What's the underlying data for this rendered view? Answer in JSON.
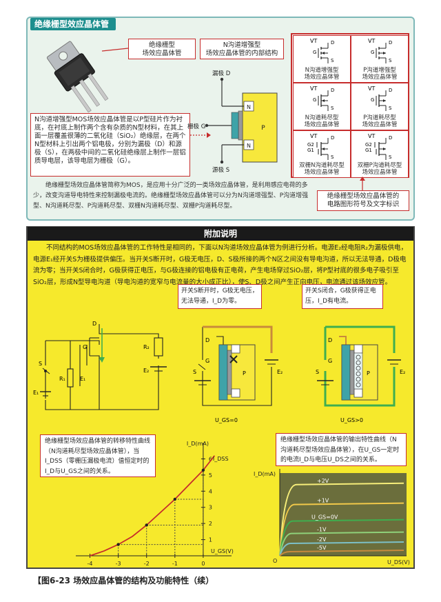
{
  "top_section": {
    "title": "绝缘栅型效应晶体管",
    "callout_device": "绝缘栅型\n场效应晶体管",
    "callout_structure": "N沟道增强型\n场效应晶体管的内部结构",
    "description": "N沟道增强型MOS场效应晶体管是以P型硅片作为衬底，在衬底上制作两个含有杂质的N型材料，在其上面一层覆盖很薄的二氧化硅（SiO₂）绝缘层，在两个N型材料上引出两个铝电极，分别为漏极（D）和源极（S），在两极中间的二氧化硅绝缘层上制作一层铝质导电层，该导电层为栅极（G）。",
    "summary": "绝缘栅型场效应晶体管简称为MOS，是应用十分广泛的一类场效应晶体管，是利用感应电荷的多少，改变沟道导电特性来控制漏极电流的。绝缘栅型场效应晶体管可以分为N沟道增强型、P沟道增强型、N沟道耗尽型、P沟道耗尽型、双栅N沟道耗尽型、双栅P沟道耗尽型。",
    "structure_labels": {
      "drain": "漏极 D",
      "gate": "栅极 G",
      "source": "源极 S",
      "n": "N",
      "p": "P"
    },
    "symbols": [
      {
        "label": "N沟道增强型\n场效应晶体管",
        "vt": "VT",
        "g": "G",
        "d": "D",
        "s": "S"
      },
      {
        "label": "P沟道增强型\n场效应晶体管",
        "vt": "VT",
        "g": "G",
        "d": "D",
        "s": "S"
      },
      {
        "label": "N沟道耗尽型\n场效应晶体管",
        "vt": "VT",
        "g": "G",
        "d": "D",
        "s": "S"
      },
      {
        "label": "P沟道耗尽型\n场效应晶体管",
        "vt": "VT",
        "g": "G",
        "d": "D",
        "s": "S"
      },
      {
        "label": "双栅N沟道耗尽型\n场效应晶体管",
        "vt": "VT",
        "g": "G2\nG1",
        "d": "D",
        "s": "S"
      },
      {
        "label": "双栅P沟道耗尽型\n场效应晶体管",
        "vt": "VT",
        "g": "G2\nG1",
        "d": "D",
        "s": "S"
      }
    ],
    "symbols_caption": "绝缘栅型场效应晶体管的\n电路图形符号及文字标识"
  },
  "bottom_section": {
    "title": "附加说明",
    "paragraph": "不同结构的MOS场效应晶体管的工作特性是相同的，下面以N沟道场效应晶体管为例进行分析。电源E₂经电阻R₂为漏极供电，电源E₁经开关S为栅极提供偏压。当开关S断开时，G极无电压，D、S极所接的两个N区之间没有导电沟道，所以无法导通，D极电流为零；当开关S闭合时，G极获得正电压，与G极连接的铝电极有正电荷，产生电场穿过SiO₂层，将P型衬底的很多电子吸引至SiO₂层，形成N型导电沟道（导电沟道的宽窄与电流量的大小成正比），使S、D极之间产生正向电压，电流通过该场效应管。",
    "callout_off": "开关S断开时，G极无电压，无法导通，I_D为零。",
    "callout_on": "开关S闭合，G极获得正电压，I_D有电流。",
    "circuit_labels": {
      "r1": "R₁",
      "r2": "R₂",
      "e1": "E₁",
      "e2": "E₂",
      "s": "S",
      "d": "D",
      "g": "G",
      "ugs0": "U_GS=0",
      "ugs_pos": "U_GS>0"
    },
    "callout_transfer": "绝缘栅型场效应晶体管的转移特性曲线（N沟道耗尽型场效应晶体管），当I_DSS（零栅压漏极电流）值恒定时的I_D与U_GS之间的关系。",
    "callout_output": "绝缘栅型场效应晶体管的输出特性曲线（N沟道耗尽型场效应晶体管），在U_GS一定时的电流I_D与电压U_DS之间的关系。"
  },
  "chart_data": [
    {
      "type": "line",
      "title": "",
      "xlabel": "U_GS(V)",
      "ylabel": "I_D(mA)",
      "x_ticks": [
        -4,
        -3,
        -2,
        -1,
        0
      ],
      "y_ticks": [
        1,
        2,
        3,
        4,
        5,
        6
      ],
      "xlim": [
        -4.5,
        1
      ],
      "ylim": [
        0,
        7
      ],
      "annotation": "I_DSS",
      "series": [
        {
          "x": [
            -4,
            -3.5,
            -3,
            -2.5,
            -2,
            -1.5,
            -1,
            -0.5,
            0,
            0.4
          ],
          "y": [
            0,
            0.3,
            0.7,
            1.2,
            1.9,
            2.7,
            3.5,
            4.4,
            5.3,
            6.2
          ]
        }
      ],
      "markers": [
        {
          "x": -3,
          "y": 0.7
        },
        {
          "x": -2,
          "y": 1.9
        },
        {
          "x": -1,
          "y": 3.5
        },
        {
          "x": 0,
          "y": 5.3
        }
      ]
    },
    {
      "type": "line",
      "title": "",
      "xlabel": "U_DS(V)",
      "ylabel": "I_D(mA)",
      "origin_label": "O",
      "series": [
        {
          "name": "+2V",
          "color": "#f7ee7a",
          "level": 0.86
        },
        {
          "name": "+1V",
          "color": "#f2c94a",
          "level": 0.62
        },
        {
          "name": "U_GS=0V",
          "color": "#3fae4f",
          "level": 0.42
        },
        {
          "name": "-1V",
          "color": "#8fd17a",
          "level": 0.27
        },
        {
          "name": "-2V",
          "color": "#7cc0c8",
          "level": 0.15
        },
        {
          "name": "-5V",
          "color": "#c88a3c",
          "level": 0.05
        }
      ]
    }
  ],
  "caption": "【图6-23  场效应晶体管的结构及功能特性（续）"
}
